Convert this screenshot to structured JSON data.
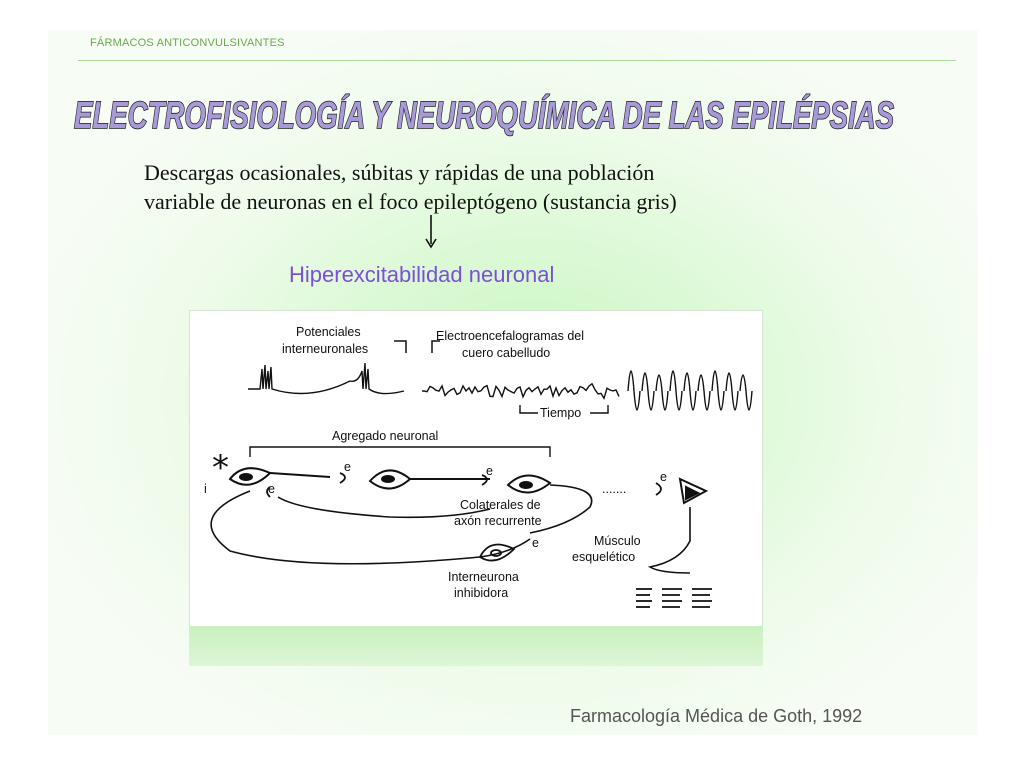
{
  "header": {
    "section_label": "FÁRMACOS ANTICONVULSIVANTES"
  },
  "slide": {
    "title": "ELECTROFISIOLOGÍA Y NEUROQUÍMICA DE LAS EPILÉPSIAS",
    "body_lines": [
      "Descargas ocasionales, súbitas y rápidas de una población",
      "variable de neuronas en el foco epileptógeno (sustancia gris)"
    ],
    "result": "Hiperexcitabilidad neuronal",
    "citation": "Farmacología Médica de Goth, 1992"
  },
  "figure": {
    "labels": {
      "potenciales_1": "Potenciales",
      "potenciales_2": "interneuronales",
      "eeg_1": "Electroencefalogramas del",
      "eeg_2": "cuero cabelludo",
      "tiempo": "Tiempo",
      "agregado": "Agregado neuronal",
      "star": "*",
      "i": "i",
      "e": "e",
      "colaterales_1": "Colaterales de",
      "colaterales_2": "axón recurrente",
      "musculo_1": "Músculo",
      "musculo_2": "esquelético",
      "interneurona_1": "Interneurona",
      "interneurona_2": "inhibidora",
      "dots": "......."
    }
  },
  "colors": {
    "title_fill": "#a89ad8",
    "title_outline": "#1a1a1a",
    "accent_purple": "#7b4fd6",
    "header_green": "#6aa84f",
    "citation_gray": "#555555"
  }
}
